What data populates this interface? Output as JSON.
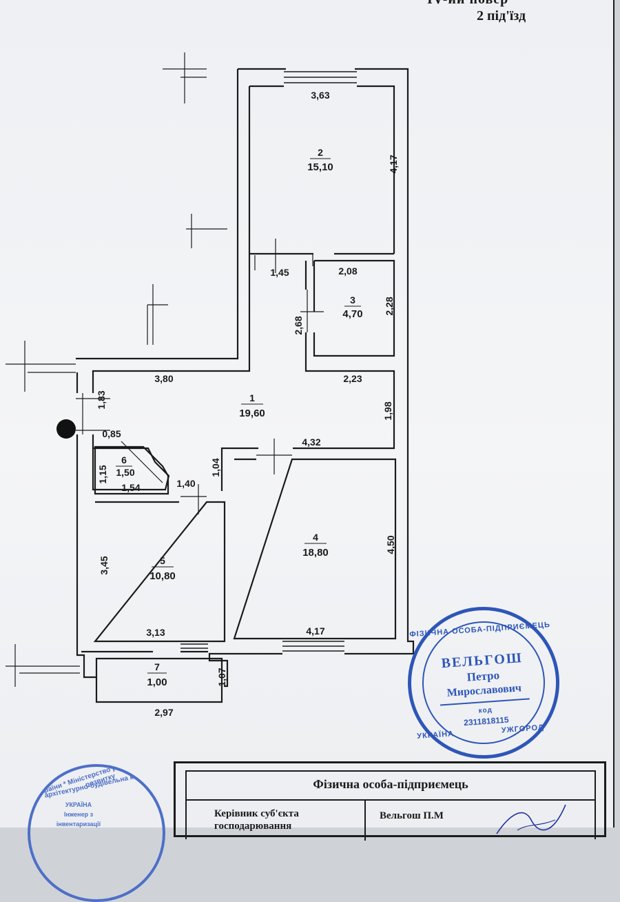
{
  "header": {
    "line1": "IV-ий повер",
    "line2": "2 під'їзд"
  },
  "rooms": [
    {
      "num": "1",
      "area": "19,60"
    },
    {
      "num": "2",
      "area": "15,10"
    },
    {
      "num": "3",
      "area": "4,70"
    },
    {
      "num": "4",
      "area": "18,80"
    },
    {
      "num": "5",
      "area": "10,80"
    },
    {
      "num": "6",
      "area": "1,50"
    },
    {
      "num": "7",
      "area": "1,00"
    }
  ],
  "dimensions": {
    "d_3_63": "3,63",
    "d_4_17_r2": "4,17",
    "d_1_45": "1,45",
    "d_2_08": "2,08",
    "d_2_28": "2,28",
    "d_2_68": "2,68",
    "d_3_80": "3,80",
    "d_2_23": "2,23",
    "d_1_83": "1,83",
    "d_1_98": "1,98",
    "d_0_85": "0,85",
    "d_4_32": "4,32",
    "d_1_15": "1,15",
    "d_1_54": "1,54",
    "d_1_04": "1,04",
    "d_1_40": "1,40",
    "d_3_45": "3,45",
    "d_4_50": "4,50",
    "d_3_13": "3,13",
    "d_4_17_r4": "4,17",
    "d_1_07": "1,07",
    "d_2_97": "2,97"
  },
  "stamp": {
    "ring_top": "ФІЗИЧНА ОСОБА-ПІДПРИЄМЕЦЬ",
    "name_line1": "ВЕЛЬГОШ",
    "name_line2": "Петро",
    "name_line3": "Мирославович",
    "code_label": "код",
    "code_value": "2311818115",
    "ring_bottom_left": "УКРАЇНА",
    "ring_bottom_right": "УЖГОРОД"
  },
  "stamp2": {
    "line1": "України * Міністерство регіонального розвитку",
    "line2": "архітектурно-будівельна комісія",
    "line3": "УКРАЇНА",
    "line4": "Інженер з",
    "line5": "інвентаризації"
  },
  "table": {
    "title": "Фізична особа-підприємець",
    "left_cell_line1": "Керівник суб'єкта",
    "left_cell_line2": "господарювання",
    "right_cell": "Вельгош П.М"
  },
  "colors": {
    "stamp_blue": "#2e56b8",
    "line_black": "#1b1b1b",
    "paper": "#f2f3f5"
  }
}
